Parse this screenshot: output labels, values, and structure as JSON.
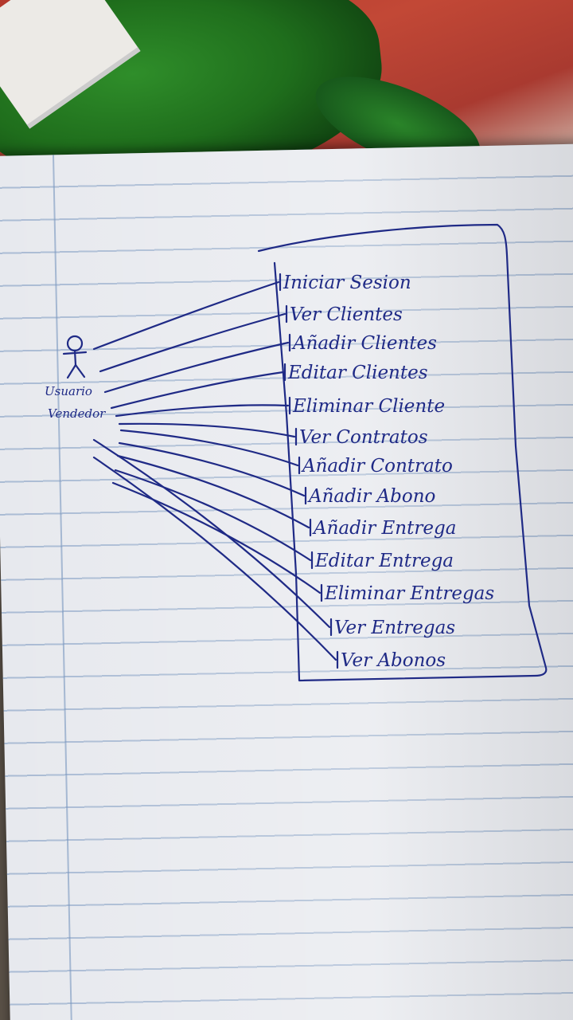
{
  "diagram": {
    "actor": {
      "line1": "Usuario",
      "line2": "Vendedor"
    },
    "use_cases": [
      "Iniciar Sesion",
      "Ver Clientes",
      "Añadir Clientes",
      "Editar Clientes",
      "Eliminar Cliente",
      "Ver Contratos",
      "Añadir Contrato",
      "Añadir Abono",
      "Añadir Entrega",
      "Editar Entrega",
      "Eliminar Entregas",
      "Ver Entregas",
      "Ver Abonos"
    ],
    "ink_color": "#1f2a86",
    "paper_color": "#e7e9ee"
  }
}
